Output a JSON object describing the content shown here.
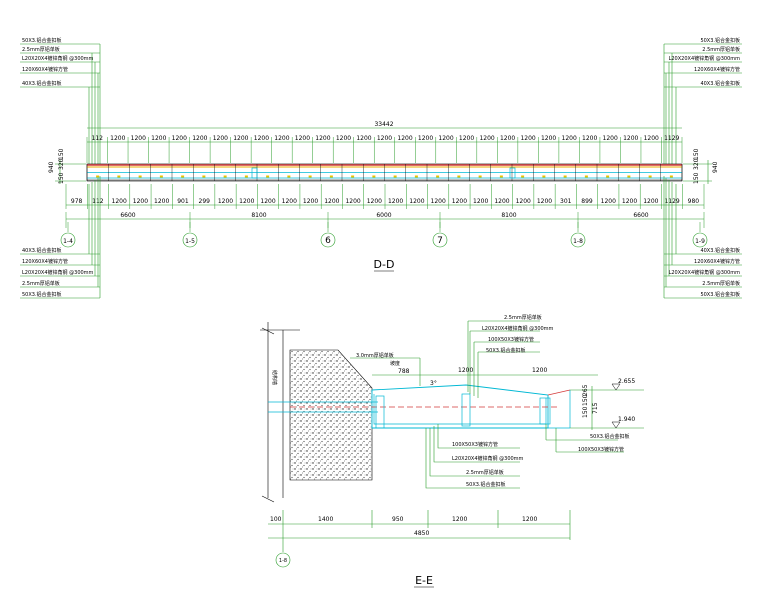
{
  "drawing_dd": {
    "title": "D-D",
    "overall_dim": "33442",
    "top_dims": [
      "112",
      "1200",
      "1200",
      "1200",
      "1200",
      "1200",
      "1200",
      "1200",
      "1200",
      "1200",
      "1200",
      "1200",
      "1200",
      "1200",
      "1200",
      "1200",
      "1200",
      "1200",
      "1200",
      "1200",
      "1200",
      "1200",
      "1200",
      "1200",
      "1200",
      "1200",
      "1200",
      "1200",
      "1129"
    ],
    "bottom_dims": [
      "978",
      "112",
      "1200",
      "1200",
      "1200",
      "901",
      "299",
      "1200",
      "1200",
      "1200",
      "1200",
      "1200",
      "1200",
      "1200",
      "1200",
      "1200",
      "1200",
      "1200",
      "1200",
      "1200",
      "1200",
      "1200",
      "1200",
      "301",
      "899",
      "1200",
      "1200",
      "1200",
      "1129",
      "980"
    ],
    "span_dims": [
      "6600",
      "8100",
      "6000",
      "8100",
      "6600"
    ],
    "axis_labels": [
      "1-4",
      "1-5",
      "6",
      "7",
      "1-8",
      "1-9"
    ],
    "height_dim": "940",
    "side_dims": [
      "150",
      "320",
      "150"
    ],
    "left_top_labels": [
      "50X3.铝合金扣板",
      "2.5mm厚铝单板",
      "L20X20X4镀锌角钢 @300mm",
      "120X60X4镀锌方管",
      "40X3.铝合金扣板"
    ],
    "right_top_labels": [
      "50X3.铝合金扣板",
      "2.5mm厚铝单板",
      "L20X20X4镀锌角钢 @300mm",
      "120X60X4镀锌方管",
      "40X3.铝合金扣板"
    ],
    "left_bottom_labels": [
      "40X3.铝合金扣板",
      "120X60X4镀锌方管",
      "L20X20X4镀锌角钢 @300mm",
      "2.5mm厚铝单板",
      "50X3.铝合金扣板"
    ],
    "right_bottom_labels": [
      "40X3.铝合金扣板",
      "120X60X4镀锌方管",
      "L20X20X4镀锌角钢 @300mm",
      "2.5mm厚铝单板",
      "50X3.铝合金扣板"
    ]
  },
  "drawing_ee": {
    "title": "E-E",
    "wall_label": "结构墙",
    "top_labels": [
      "2.5mm厚铝单板",
      "L20X20X4镀锌角钢 @300mm",
      "100X50X3镀锌方管",
      "50X3.铝合金扣板"
    ],
    "glass_label": "3.0mm厚铝单板",
    "slope_label": "坡度",
    "dim_788": "788",
    "dim_1200a": "1200",
    "dim_1200b": "1200",
    "angle_label": "3°",
    "level_top": "2.655",
    "level_bottom": "1.940",
    "vert_dims": [
      "150",
      "150",
      "265",
      "715"
    ],
    "right_labels": [
      "50X3.铝合金扣板",
      "100X50X3镀锌方管"
    ],
    "bottom_labels": [
      "100X50X3镀锌方管",
      "L20X20X4镀锌角钢 @300mm",
      "2.5mm厚铝单板",
      "50X3.铝合金扣板"
    ],
    "bottom_dims": [
      "100",
      "1400",
      "950",
      "1200",
      "1200"
    ],
    "overall_dim": "4850",
    "axis_label": "1-8"
  },
  "colors": {
    "dim_line": "#2a9d2a",
    "cyan": "#00b8d4",
    "red": "#d43a3a",
    "yellow": "#e6c400",
    "black": "#000000"
  }
}
